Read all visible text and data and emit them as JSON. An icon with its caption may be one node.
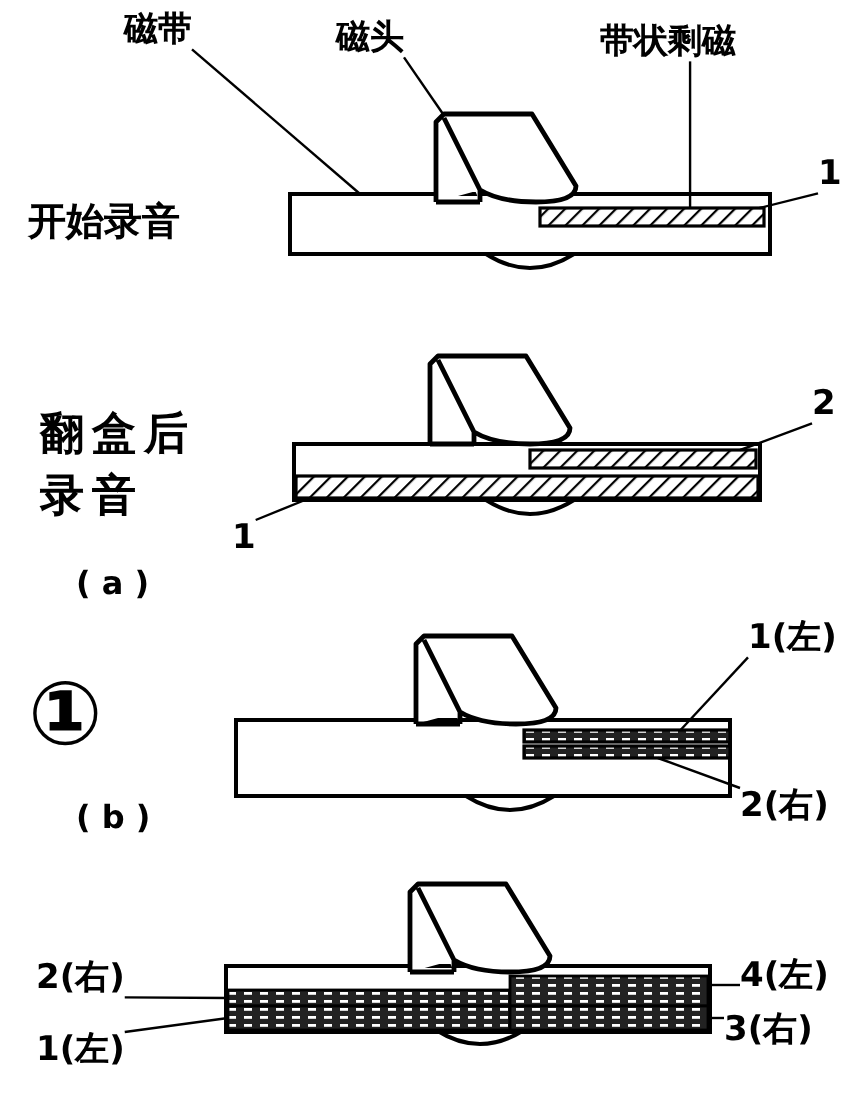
{
  "diagram": {
    "nodes": [
      {
        "text": [
          "磁带"
        ]
      },
      {
        "text": [
          "磁头"
        ]
      },
      {
        "text": [
          "带状剩磁"
        ]
      },
      {
        "text": [
          "1"
        ]
      },
      {
        "text": [],
        "shape": "bar"
      },
      {
        "text": [],
        "shape": "picture"
      },
      {
        "text": [],
        "shape": "bar",
        "in": 4
      },
      {
        "text": [
          "2"
        ]
      },
      {
        "text": [
          "1"
        ]
      },
      {
        "text": [],
        "shape": "bar"
      },
      {
        "text": [],
        "shape": "picture"
      },
      {
        "text": [],
        "shape": "bar",
        "in": 9
      },
      {
        "text": [],
        "shape": "bar",
        "in": 9
      },
      {
        "text": [
          "1(左)"
        ]
      },
      {
        "text": [
          "2(右)"
        ]
      },
      {
        "text": [],
        "shape": "bar"
      },
      {
        "text": [],
        "shape": "picture"
      },
      {
        "text": [],
        "shape": "bar",
        "in": 15
      },
      {
        "text": [],
        "shape": "bar",
        "in": 15
      },
      {
        "text": [
          "2(右)"
        ]
      },
      {
        "text": [
          "1(左)"
        ]
      },
      {
        "text": [
          "4(左)"
        ]
      },
      {
        "text": [
          "3(右)"
        ]
      },
      {
        "text": [],
        "shape": "bar"
      },
      {
        "text": [],
        "shape": "picture"
      },
      {
        "text": [],
        "shape": "bar",
        "in": 23
      },
      {
        "text": [],
        "shape": "bar",
        "in": 23
      },
      {
        "text": [],
        "shape": "bar",
        "in": 23
      },
      {
        "text": [],
        "shape": "bar",
        "in": 23
      }
    ],
    "edges": [
      {
        "from": 0,
        "to": 4,
        "arrow": "none"
      },
      {
        "from": 1,
        "to": 5,
        "arrow": "none"
      },
      {
        "from": 2,
        "to": 6,
        "arrow": "none"
      },
      {
        "from": 3,
        "to": 6,
        "arrow": "none"
      },
      {
        "from": 7,
        "to": 11,
        "arrow": "none"
      },
      {
        "from": 8,
        "to": 12,
        "arrow": "none"
      },
      {
        "from": 13,
        "to": 17,
        "arrow": "none"
      },
      {
        "from": 14,
        "to": 18,
        "arrow": "none"
      },
      {
        "from": 19,
        "to": 25,
        "arrow": "none"
      },
      {
        "from": 20,
        "to": 26,
        "arrow": "none"
      },
      {
        "from": 21,
        "to": 27,
        "arrow": "none"
      },
      {
        "from": 22,
        "to": 28,
        "arrow": "none"
      }
    ],
    "labels": [
      "开始录音",
      "翻盒后录音",
      "( a )",
      "①",
      "( b )"
    ]
  }
}
